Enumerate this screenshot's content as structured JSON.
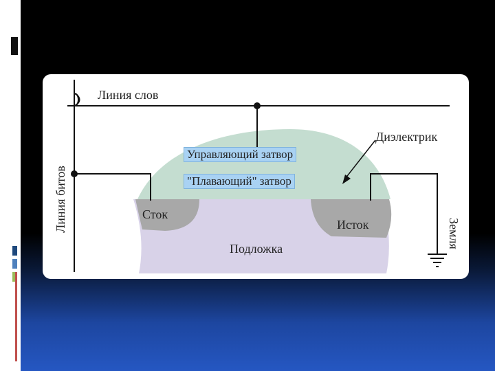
{
  "labels": {
    "word_line": "Линия слов",
    "bit_line": "Линия битов",
    "dielectric": "Диэлектрик",
    "control_gate": "Управляющий затвор",
    "floating_gate": "\"Плавающий\" затвор",
    "drain": "Сток",
    "source": "Исток",
    "substrate": "Подложка",
    "ground": "Земля"
  },
  "colors": {
    "dielectric": "#c4ddd0",
    "substrate": "#d8d2e8",
    "drain_source": "#a8a8a8",
    "gate_box": "#a9d2f3",
    "wire": "#111111"
  }
}
